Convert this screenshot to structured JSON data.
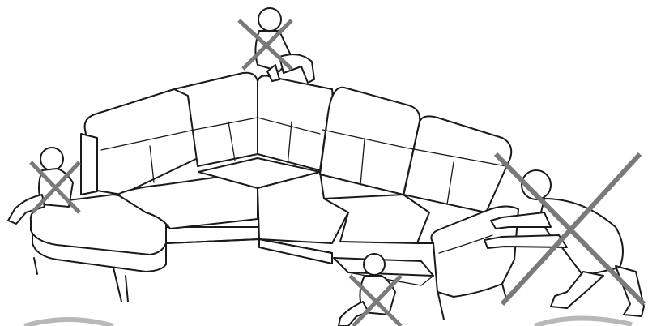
{
  "illustration": {
    "subject": "corner-sofa",
    "warnings": [
      {
        "scene": "child-on-backrest",
        "prohibited": true
      },
      {
        "scene": "child-on-chaise",
        "prohibited": true
      },
      {
        "scene": "child-under-recliner",
        "prohibited": true
      },
      {
        "scene": "adult-pushing-sofa",
        "prohibited": true
      }
    ],
    "colors": {
      "line": "#1a1a1a",
      "cross": "#7a7a7a",
      "background": "#ffffff"
    }
  }
}
